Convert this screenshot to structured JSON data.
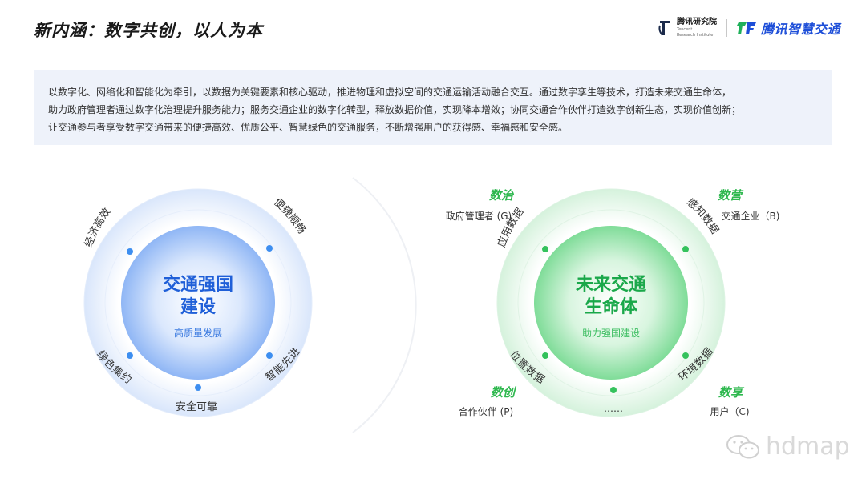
{
  "header": {
    "title": "新内涵：数字共创，以人为本",
    "logo_tri_cn": "腾讯研究院",
    "logo_tri_en_1": "Tencent",
    "logo_tri_en_2": "Research Institute",
    "logo_tst": "腾讯智慧交通"
  },
  "intro": {
    "line1": "以数字化、网络化和智能化为牵引，以数据为关键要素和核心驱动，推进物理和虚拟空间的交通运输活动融合交互。通过数字孪生等技术，打造未来交通生命体，",
    "line2": "助力政府管理者通过数字化治理提升服务能力；服务交通企业的数字化转型，释放数据价值，实现降本增效；协同交通合作伙伴打造数字创新生态，实现价值创新；",
    "line3": "让交通参与者享受数字交通带来的便捷高效、优质公平、智慧绿色的交通服务，不断增强用户的获得感、幸福感和安全感。"
  },
  "left_circle": {
    "title_1": "交通强国",
    "title_2": "建设",
    "subtitle": "高质量发展",
    "ring_labels": [
      "经济高效",
      "便捷顺畅",
      "绿色集约",
      "智能先进",
      "安全可靠"
    ]
  },
  "right_circle": {
    "title_1": "未来交通",
    "title_2": "生命体",
    "subtitle": "助力强国建设",
    "ring_labels": [
      "应用数据",
      "感知数据",
      "位置数据",
      "环境数据",
      "……"
    ],
    "corners": [
      {
        "head": "数治",
        "sub": "政府管理者 (G)"
      },
      {
        "head": "数营",
        "sub": "交通企业（B)"
      },
      {
        "head": "数创",
        "sub": "合作伙伴 (P)"
      },
      {
        "head": "数享",
        "sub": "用户（C)"
      }
    ]
  },
  "watermark": {
    "text": "hdmap"
  },
  "colors": {
    "blue": "#1f5fd8",
    "green": "#1aa84a",
    "green_head": "#2fb84f"
  }
}
